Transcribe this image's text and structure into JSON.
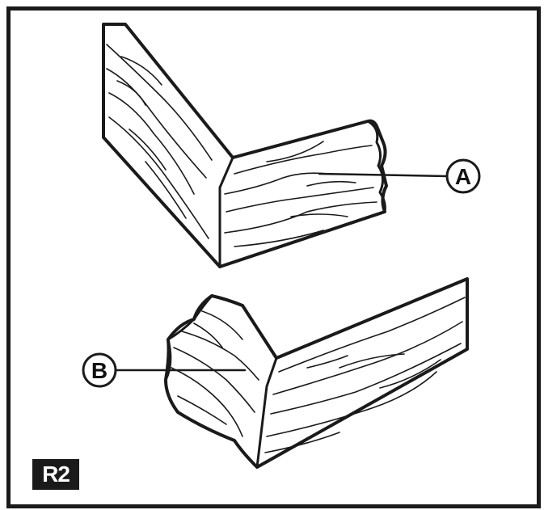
{
  "figure": {
    "label": "R2",
    "callouts": [
      {
        "id": "A",
        "text": "A"
      },
      {
        "id": "B",
        "text": "B"
      }
    ],
    "colors": {
      "ink": "#1a1a1a",
      "background": "#ffffff"
    }
  }
}
